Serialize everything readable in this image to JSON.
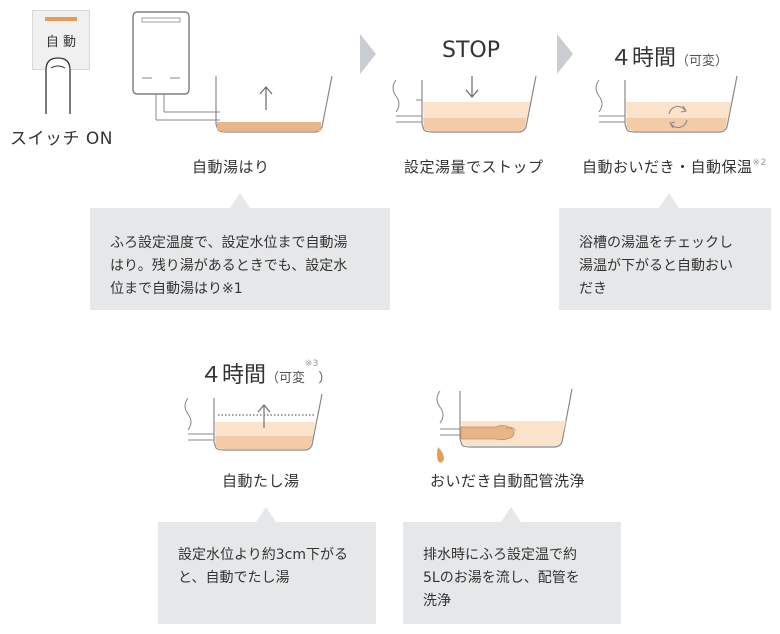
{
  "switch": {
    "button_label": "自 動",
    "caption": "スイッチ ON"
  },
  "steps": {
    "fill": {
      "label": "自動湯はり"
    },
    "stop": {
      "head": "STOP",
      "label": "設定湯量でストップ"
    },
    "reheat": {
      "head_big": "４時間",
      "head_small": "（可変）",
      "label": "自動おいだき・自動保温",
      "note": "※2"
    },
    "topup": {
      "head_big": "４時間",
      "head_small": "（可変",
      "head_note": "※3",
      "head_close": "）",
      "label": "自動たし湯"
    },
    "clean": {
      "label": "おいだき自動配管洗浄"
    }
  },
  "bubbles": {
    "fill": {
      "lines": [
        "ふろ設定温度で、設定水位まで自動湯",
        "はり。残り湯があるときでも、設定水",
        "位まで自動湯はり※1"
      ]
    },
    "reheat": {
      "lines": [
        "浴槽の湯温をチェックし",
        "湯温が下がると自動おい",
        "だき"
      ]
    },
    "topup": {
      "lines": [
        "設定水位より約3cm下がる",
        "と、自動でたし湯"
      ]
    },
    "clean": {
      "lines": [
        "排水時にふろ設定温で約",
        "5Lのお湯を流し、配管を",
        "洗浄"
      ]
    }
  },
  "colors": {
    "water_light": "#fbe3cb",
    "water_dark": "#e8b48a",
    "accent": "#e39c5a",
    "bubble_bg": "#e6e7e8",
    "chevron": "#c9cdd2"
  }
}
